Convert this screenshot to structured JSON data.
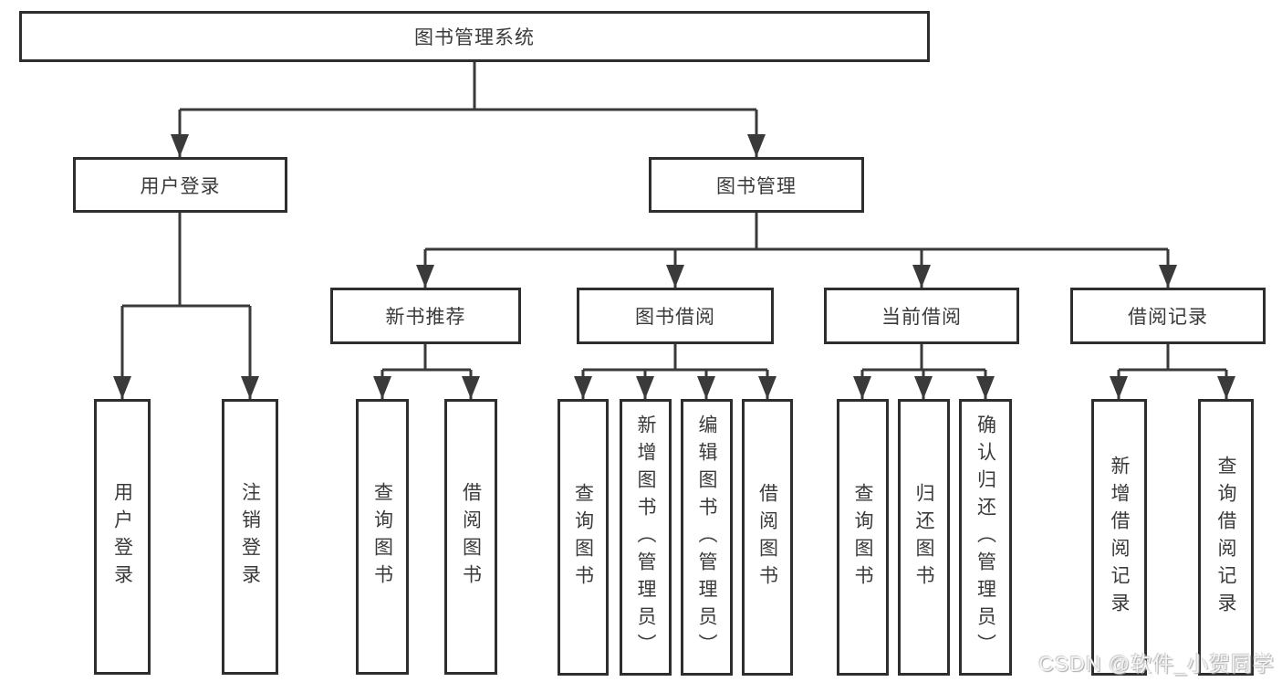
{
  "diagram": {
    "title": "图书管理系统",
    "branches": [
      {
        "label": "用户登录",
        "children": [
          {
            "label": "用户登录"
          },
          {
            "label": "注销登录"
          }
        ]
      },
      {
        "label": "图书管理",
        "sections": [
          {
            "label": "新书推荐",
            "children": [
              {
                "label": "查询图书"
              },
              {
                "label": "借阅图书"
              }
            ]
          },
          {
            "label": "图书借阅",
            "children": [
              {
                "label": "查询图书"
              },
              {
                "label": "新增图书（管理员）"
              },
              {
                "label": "编辑图书（管理员）"
              },
              {
                "label": "借阅图书"
              }
            ]
          },
          {
            "label": "当前借阅",
            "children": [
              {
                "label": "查询图书"
              },
              {
                "label": "归还图书"
              },
              {
                "label": "确认归还（管理员）"
              }
            ]
          },
          {
            "label": "借阅记录",
            "children": [
              {
                "label": "新增借阅记录"
              },
              {
                "label": "查询借阅记录"
              }
            ]
          }
        ]
      }
    ]
  },
  "watermark": {
    "text": "CSDN @软件_小贺同学"
  },
  "colors": {
    "line": "#3a3a3a",
    "box_border": "#2e2e2e",
    "text": "#3a3a3a",
    "background": "#ffffff",
    "watermark": "#d8d8d8"
  }
}
